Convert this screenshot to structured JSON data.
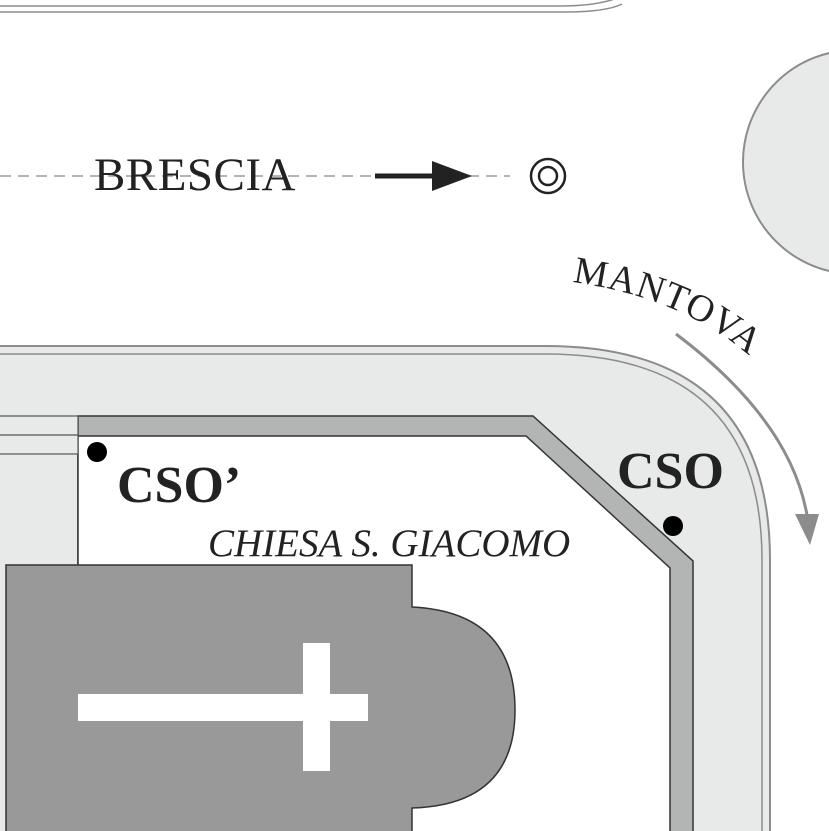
{
  "labels": {
    "brescia": "BRESCIA",
    "mantova": "MANTOVA",
    "cso_left": "CSO’",
    "cso_right": "CSO",
    "church": "CHIESA S. GIACOMO"
  },
  "icons": {
    "direction_arrow": "arrow-right-icon",
    "target": "target-icon",
    "curved_arrow": "curved-arrow-icon",
    "church_cross": "cross-icon",
    "stop_marker": "dot-icon"
  },
  "colors": {
    "road": "#e8e9e9",
    "road_edge": "#8c8c8c",
    "curb": "#b3b4b4",
    "building": "#999999",
    "cross": "#ffffff",
    "text": "#222222",
    "arrow": "#8c8c8c"
  }
}
